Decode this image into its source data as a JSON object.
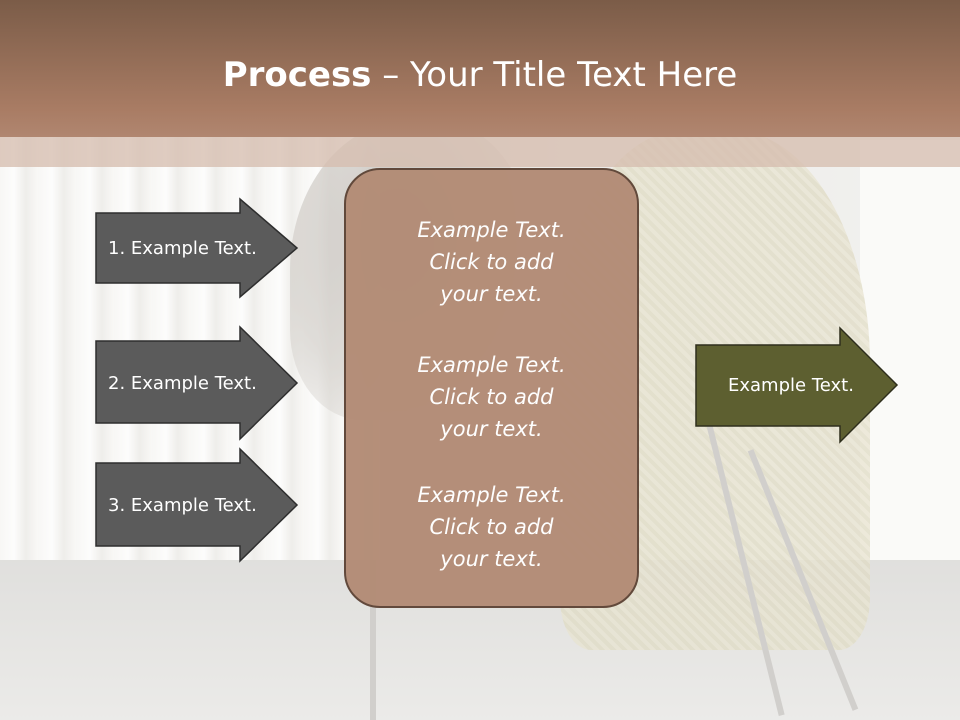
{
  "slide": {
    "title_bold": "Process",
    "title_rest": " – Your Title Text Here"
  },
  "left_arrows": [
    {
      "label": "1. Example Text."
    },
    {
      "label": "2. Example Text."
    },
    {
      "label": "3. Example Text."
    }
  ],
  "center_box": {
    "blocks": [
      {
        "lines": [
          "Example Text.",
          "Click  to add",
          "your text."
        ]
      },
      {
        "lines": [
          "Example Text.",
          "Click  to add",
          "your text."
        ]
      },
      {
        "lines": [
          "Example Text.",
          "Click  to add",
          "your text."
        ]
      }
    ]
  },
  "right_arrow": {
    "label": "Example Text."
  },
  "colors": {
    "header": "#a97c64",
    "left_arrow_fill": "#5b5b5b",
    "center_box_fill": "#b38c76",
    "right_arrow_fill": "#5d5f30"
  }
}
